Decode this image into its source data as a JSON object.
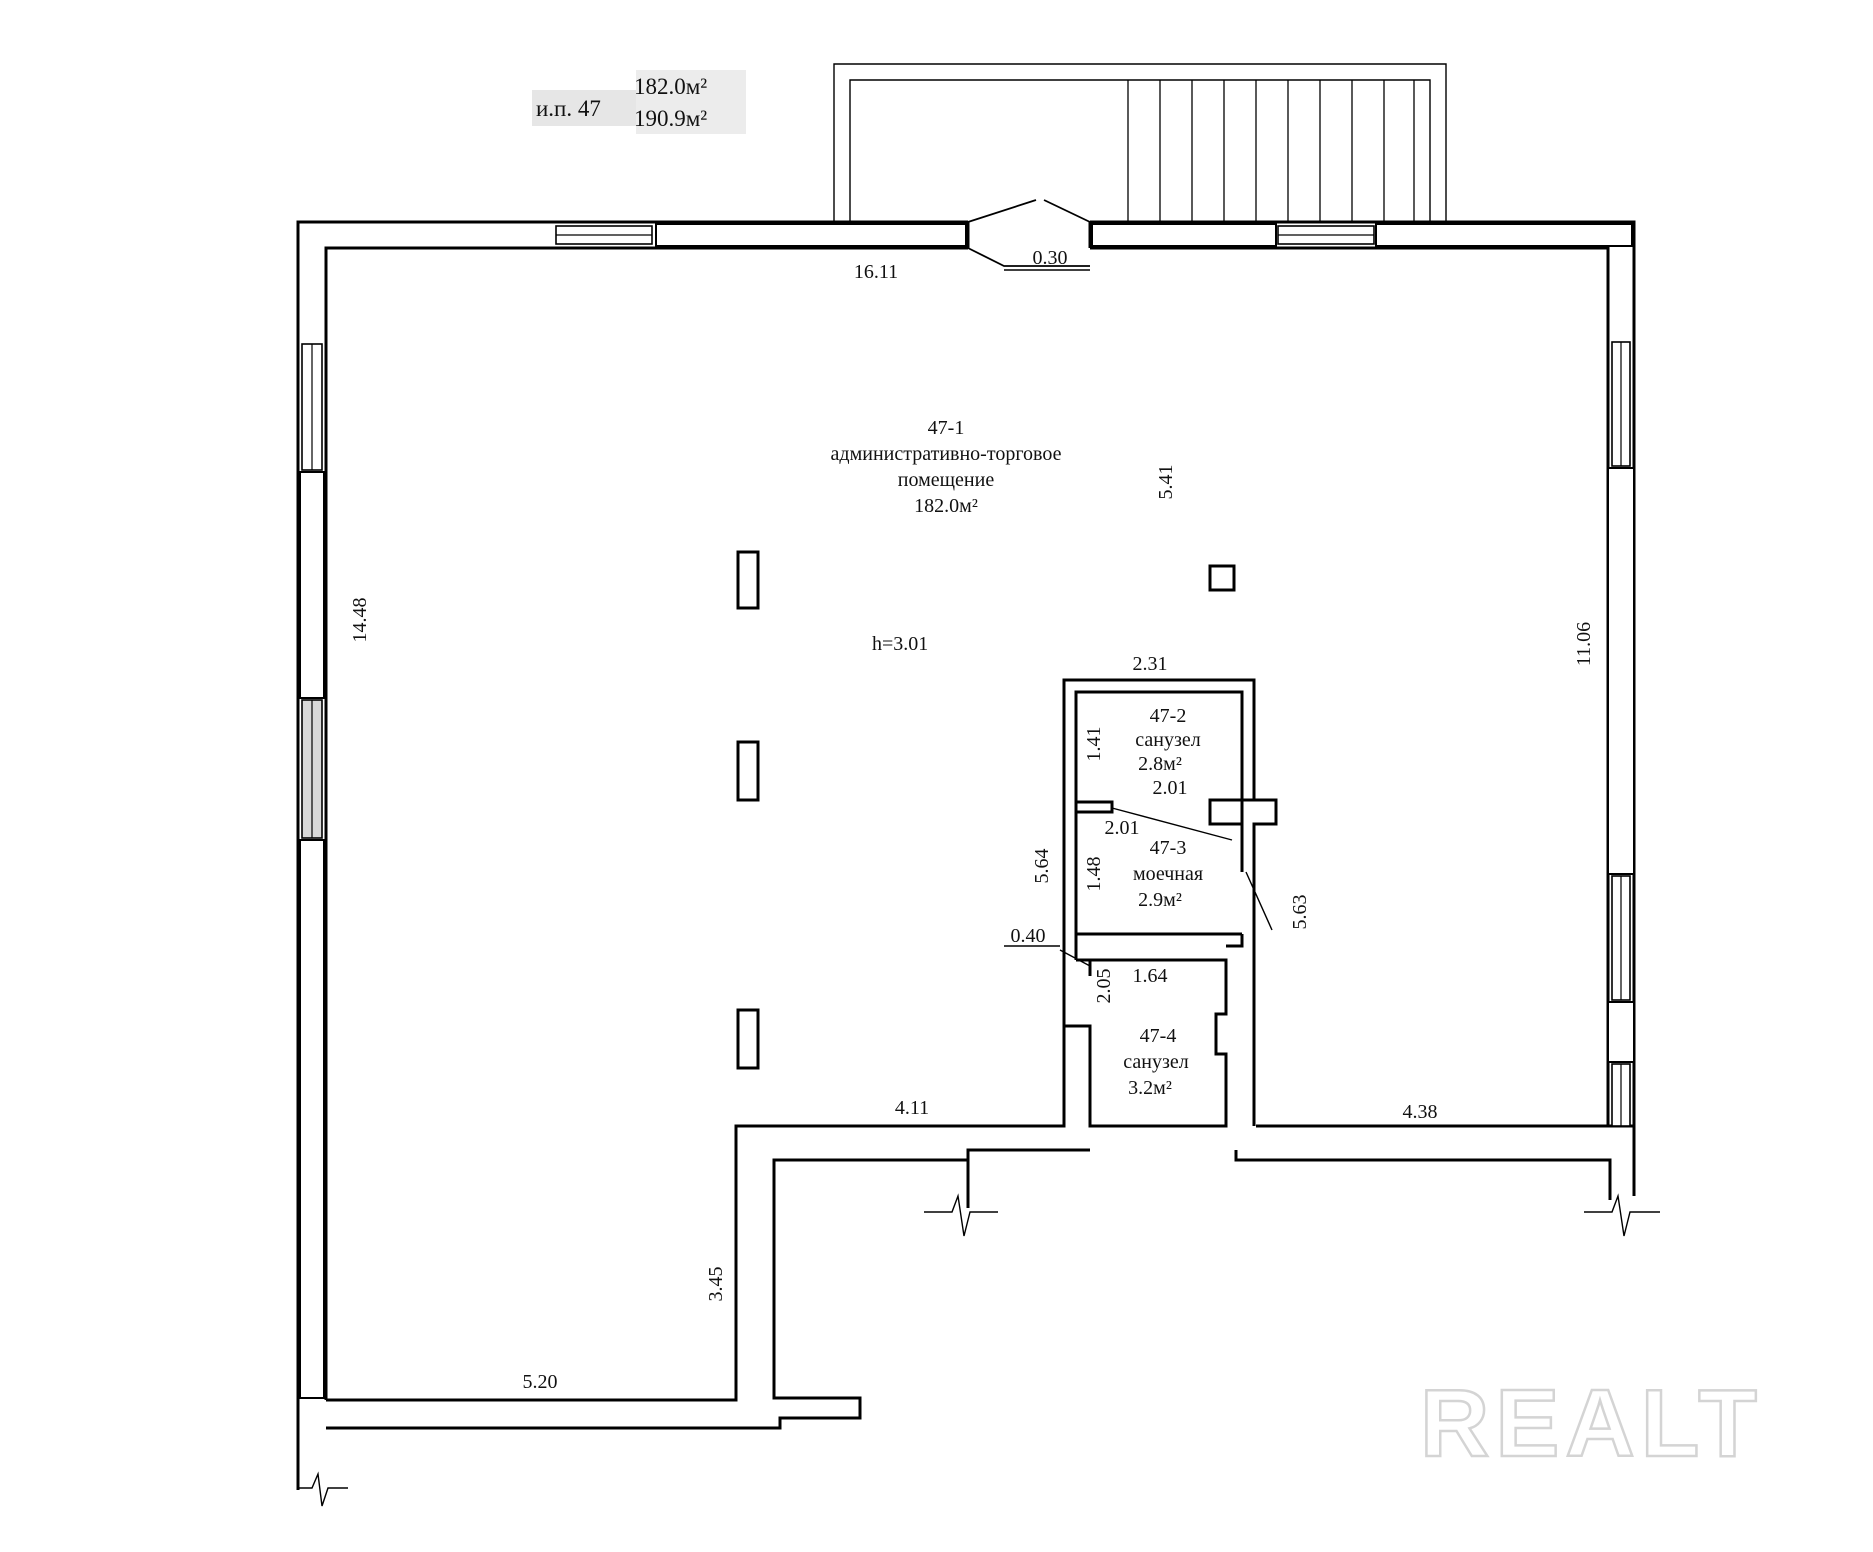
{
  "header": {
    "unit_label": "и.п. 47",
    "area_total_1": "182.0м²",
    "area_total_2": "190.9м²"
  },
  "rooms": [
    {
      "id": "47-1",
      "name_line1": "административно-торговое",
      "name_line2": "помещение",
      "area": "182.0м²"
    },
    {
      "id": "47-2",
      "name": "санузел",
      "area": "2.8м²"
    },
    {
      "id": "47-3",
      "name": "моечная",
      "area": "2.9м²"
    },
    {
      "id": "47-4",
      "name": "санузел",
      "area": "3.2м²"
    }
  ],
  "height_label": "h=3.01",
  "dimensions": {
    "top_wall": "16.11",
    "door_width": "0.30",
    "interior_vertical": "5.41",
    "left_wall": "14.48",
    "right_wall": "11.06",
    "core_top": "2.31",
    "room2_height": "1.41",
    "room2_width": "2.01",
    "room3_width": "2.01",
    "room3_height": "1.48",
    "core_left": "5.64",
    "core_right": "5.63",
    "offset": "0.40",
    "room4_height": "2.05",
    "room4_width": "1.64",
    "bottom_mid_left": "4.11",
    "bottom_right": "4.38",
    "lower_vertical": "3.45",
    "bottom_left": "5.20"
  },
  "watermark": "REALT",
  "colors": {
    "line": "#000000",
    "watermark": "#d4d4d4",
    "label_highlight": "#e6e6e6"
  }
}
